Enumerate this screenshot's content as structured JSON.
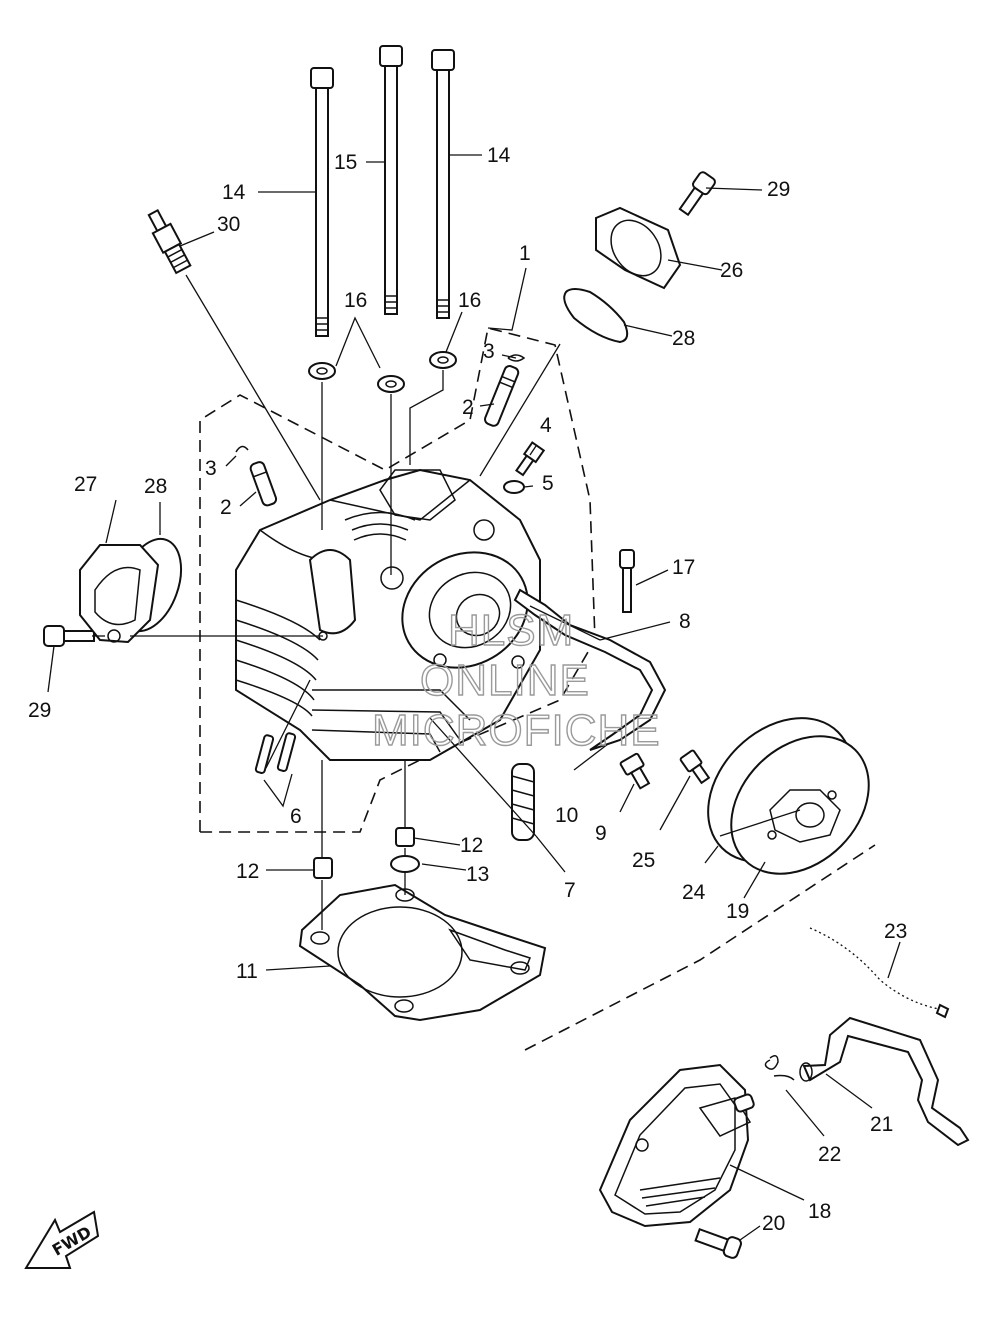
{
  "callouts": {
    "c1": "1",
    "c2a": "2",
    "c2b": "2",
    "c3a": "3",
    "c3b": "3",
    "c4": "4",
    "c5": "5",
    "c6": "6",
    "c7": "7",
    "c8": "8",
    "c9": "9",
    "c10": "10",
    "c11": "11",
    "c12a": "12",
    "c12b": "12",
    "c13": "13",
    "c14a": "14",
    "c14b": "14",
    "c15": "15",
    "c16a": "16",
    "c16b": "16",
    "c17": "17",
    "c18": "18",
    "c19": "19",
    "c20": "20",
    "c21": "21",
    "c22": "22",
    "c23": "23",
    "c24": "24",
    "c25": "25",
    "c26": "26",
    "c27": "27",
    "c28a": "28",
    "c28b": "28",
    "c29a": "29",
    "c29b": "29",
    "c30": "30"
  },
  "watermark": {
    "line1": "HLSM",
    "line2": "ONLINE",
    "line3": "MICROFICHE"
  },
  "fwd_badge": "FWD"
}
